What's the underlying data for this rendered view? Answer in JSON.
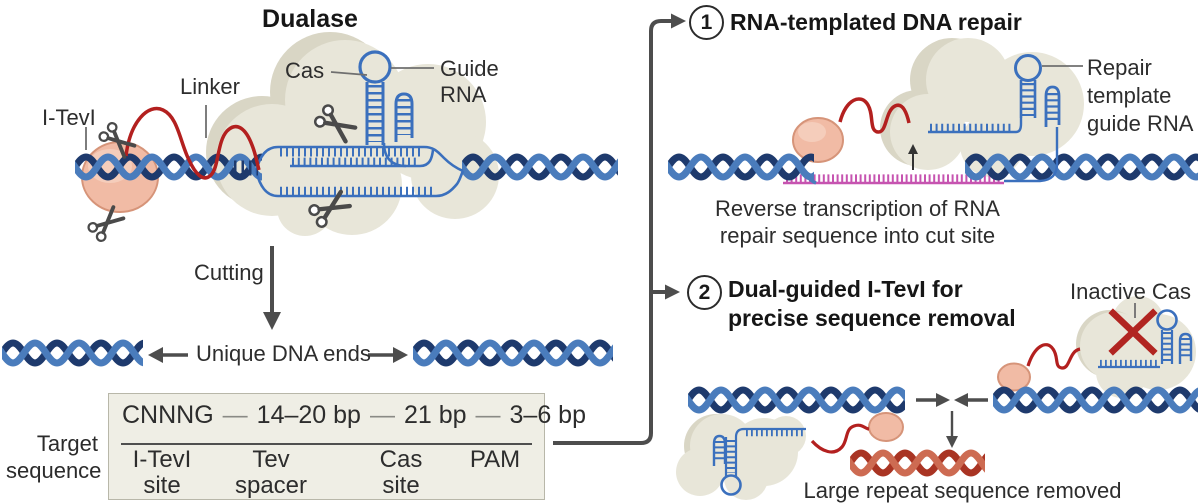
{
  "figure": {
    "title": "Dualase"
  },
  "main": {
    "labels": {
      "itev": "I-TevI",
      "linker": "Linker",
      "cas": "Cas",
      "guide_line1": "Guide",
      "guide_line2": "RNA"
    },
    "cutting": "Cutting",
    "unique_ends": "Unique DNA ends",
    "target_line1": "Target",
    "target_line2": "sequence",
    "box": {
      "dash": "—",
      "segments": [
        "CNNNG",
        "14–20 bp",
        "21 bp",
        "3–6 bp"
      ],
      "columns": [
        {
          "l1": "I-TevI",
          "l2": "site"
        },
        {
          "l1": "Tev",
          "l2": "spacer"
        },
        {
          "l1": "Cas",
          "l2": "site"
        },
        {
          "l1": "PAM",
          "l2": ""
        }
      ]
    }
  },
  "panel1": {
    "number": "1",
    "title": "RNA-templated DNA repair",
    "repair_label_line1": "Repair",
    "repair_label_line2": "template",
    "repair_label_line3": "guide RNA",
    "caption_line1": "Reverse transcription of RNA",
    "caption_line2": "repair sequence into cut site"
  },
  "panel2": {
    "number": "2",
    "title_line1": "Dual-guided I-TevI for",
    "title_line2": "precise sequence removal",
    "inactive_cas": "Inactive Cas",
    "caption": "Large repeat sequence removed"
  },
  "colors": {
    "dna_light": "#4a7cbc",
    "dna_dark": "#1e3a6d",
    "linker_red": "#b3201f",
    "itev_salmon": "#f1bba5",
    "itev_salmon_stroke": "#d69479",
    "cas_fill": "#e8e6d9",
    "cas_shade": "#d9d6c5",
    "guide_rna_blue": "#3b70bd",
    "repair_magenta": "#c654b0",
    "arrow_gray": "#4d4d4d",
    "box_fill": "#efeee5",
    "box_border": "#b8b7a9",
    "removed_light": "#cd6b52",
    "removed_dark": "#a93423",
    "x_red": "#b12521"
  }
}
